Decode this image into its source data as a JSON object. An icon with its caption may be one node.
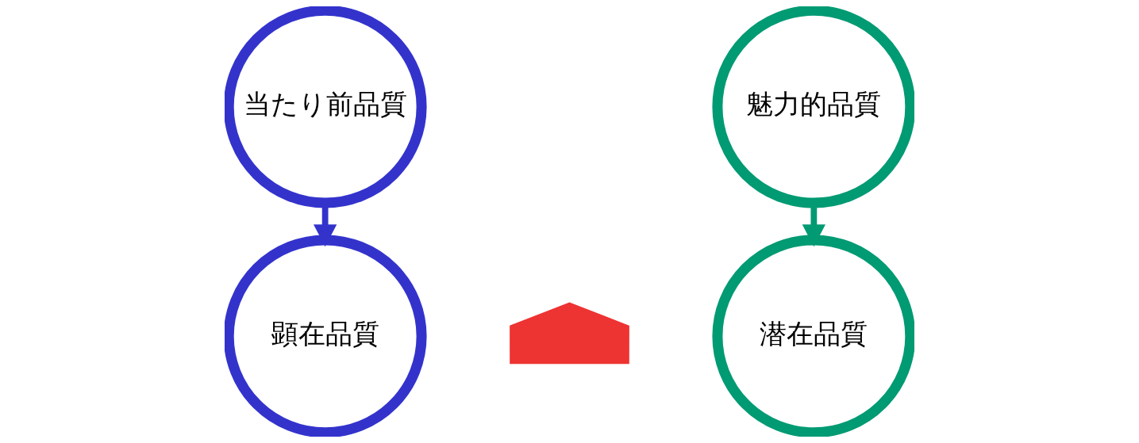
{
  "diagram": {
    "nodes": [
      {
        "text": [
          "当たり前品質"
        ]
      },
      {
        "text": [
          "顕在品質"
        ]
      },
      {
        "text": [
          "魅力的品質"
        ]
      },
      {
        "text": [
          "潜在品質"
        ]
      },
      {
        "text": [],
        "shape": "arrow"
      }
    ],
    "edges": [
      {
        "from": 0,
        "to": 1,
        "arrow": "to",
        "color": "#3333cc"
      },
      {
        "from": 2,
        "to": 3,
        "arrow": "to",
        "color": "#009a73"
      }
    ]
  }
}
